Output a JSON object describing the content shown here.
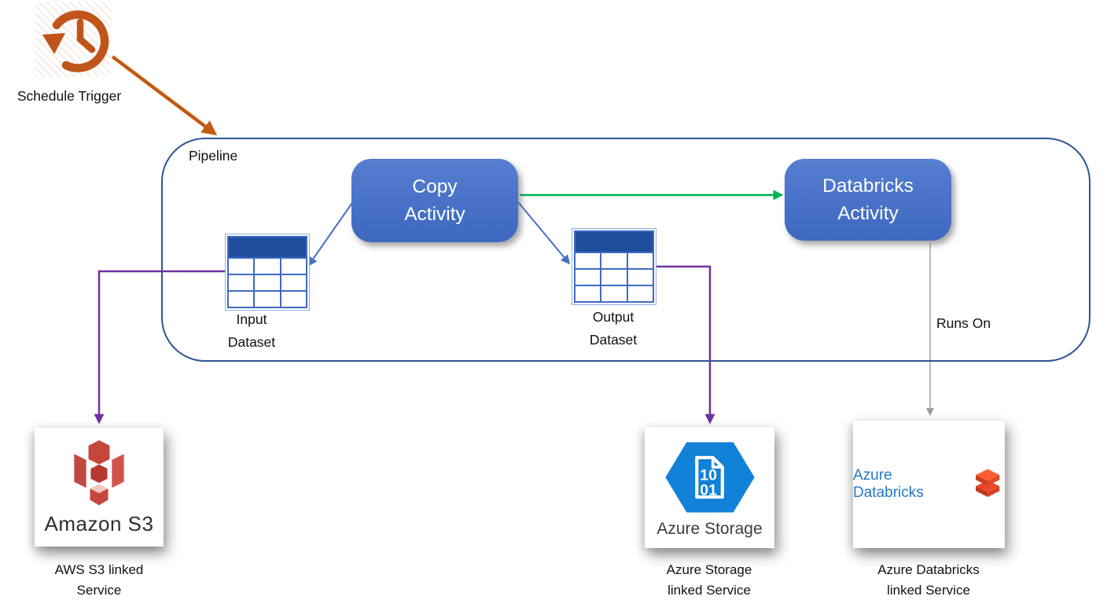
{
  "diagram": {
    "trigger": {
      "label": "Schedule Trigger"
    },
    "pipeline": {
      "label": "Pipeline",
      "copy_activity_label": "Copy\nActivity",
      "databricks_activity_label": "Databricks\nActivity",
      "input_dataset_label": "Input\nDataset",
      "output_dataset_label": "Output\nDataset"
    },
    "runs_on_label": "Runs On",
    "services": {
      "s3": {
        "logo_text": "Amazon S3",
        "label": "AWS S3 linked\nService"
      },
      "storage": {
        "logo_text": "Azure Storage",
        "doc_digits": [
          "10",
          "01"
        ],
        "label": "Azure Storage\nlinked Service"
      },
      "databricks": {
        "logo_text": "Azure Databricks",
        "label": "Azure Databricks\nlinked Service"
      }
    },
    "connections": [
      {
        "from": "schedule-trigger",
        "to": "pipeline",
        "color": "#C35A11"
      },
      {
        "from": "copy-activity",
        "to": "input-dataset",
        "color": "#4472C4"
      },
      {
        "from": "copy-activity",
        "to": "output-dataset",
        "color": "#4472C4"
      },
      {
        "from": "copy-activity",
        "to": "databricks-activity",
        "color": "#00B050"
      },
      {
        "from": "input-dataset",
        "to": "aws-s3-linked-service",
        "color": "#7030A0"
      },
      {
        "from": "output-dataset",
        "to": "azure-storage-linked-service",
        "color": "#7030A0"
      },
      {
        "from": "databricks-activity",
        "to": "azure-databricks-linked-service",
        "color": "#9E9E9E",
        "label": "Runs On"
      }
    ],
    "colors": {
      "activity_fill": "#4472C4",
      "pipeline_border": "#2F5597",
      "table_header": "#1F4E9E",
      "table_grid": "#3F6BC4",
      "arrow_blue": "#4472C4",
      "arrow_green": "#00B050",
      "arrow_purple": "#7030A0",
      "arrow_orange": "#C35A11",
      "arrow_gray": "#9E9E9E",
      "trigger_icon": "#C0551B",
      "storage_hexagon": "#1182D7",
      "databricks_text": "#2479C4",
      "s3_logo_red": "#C5473C"
    }
  }
}
